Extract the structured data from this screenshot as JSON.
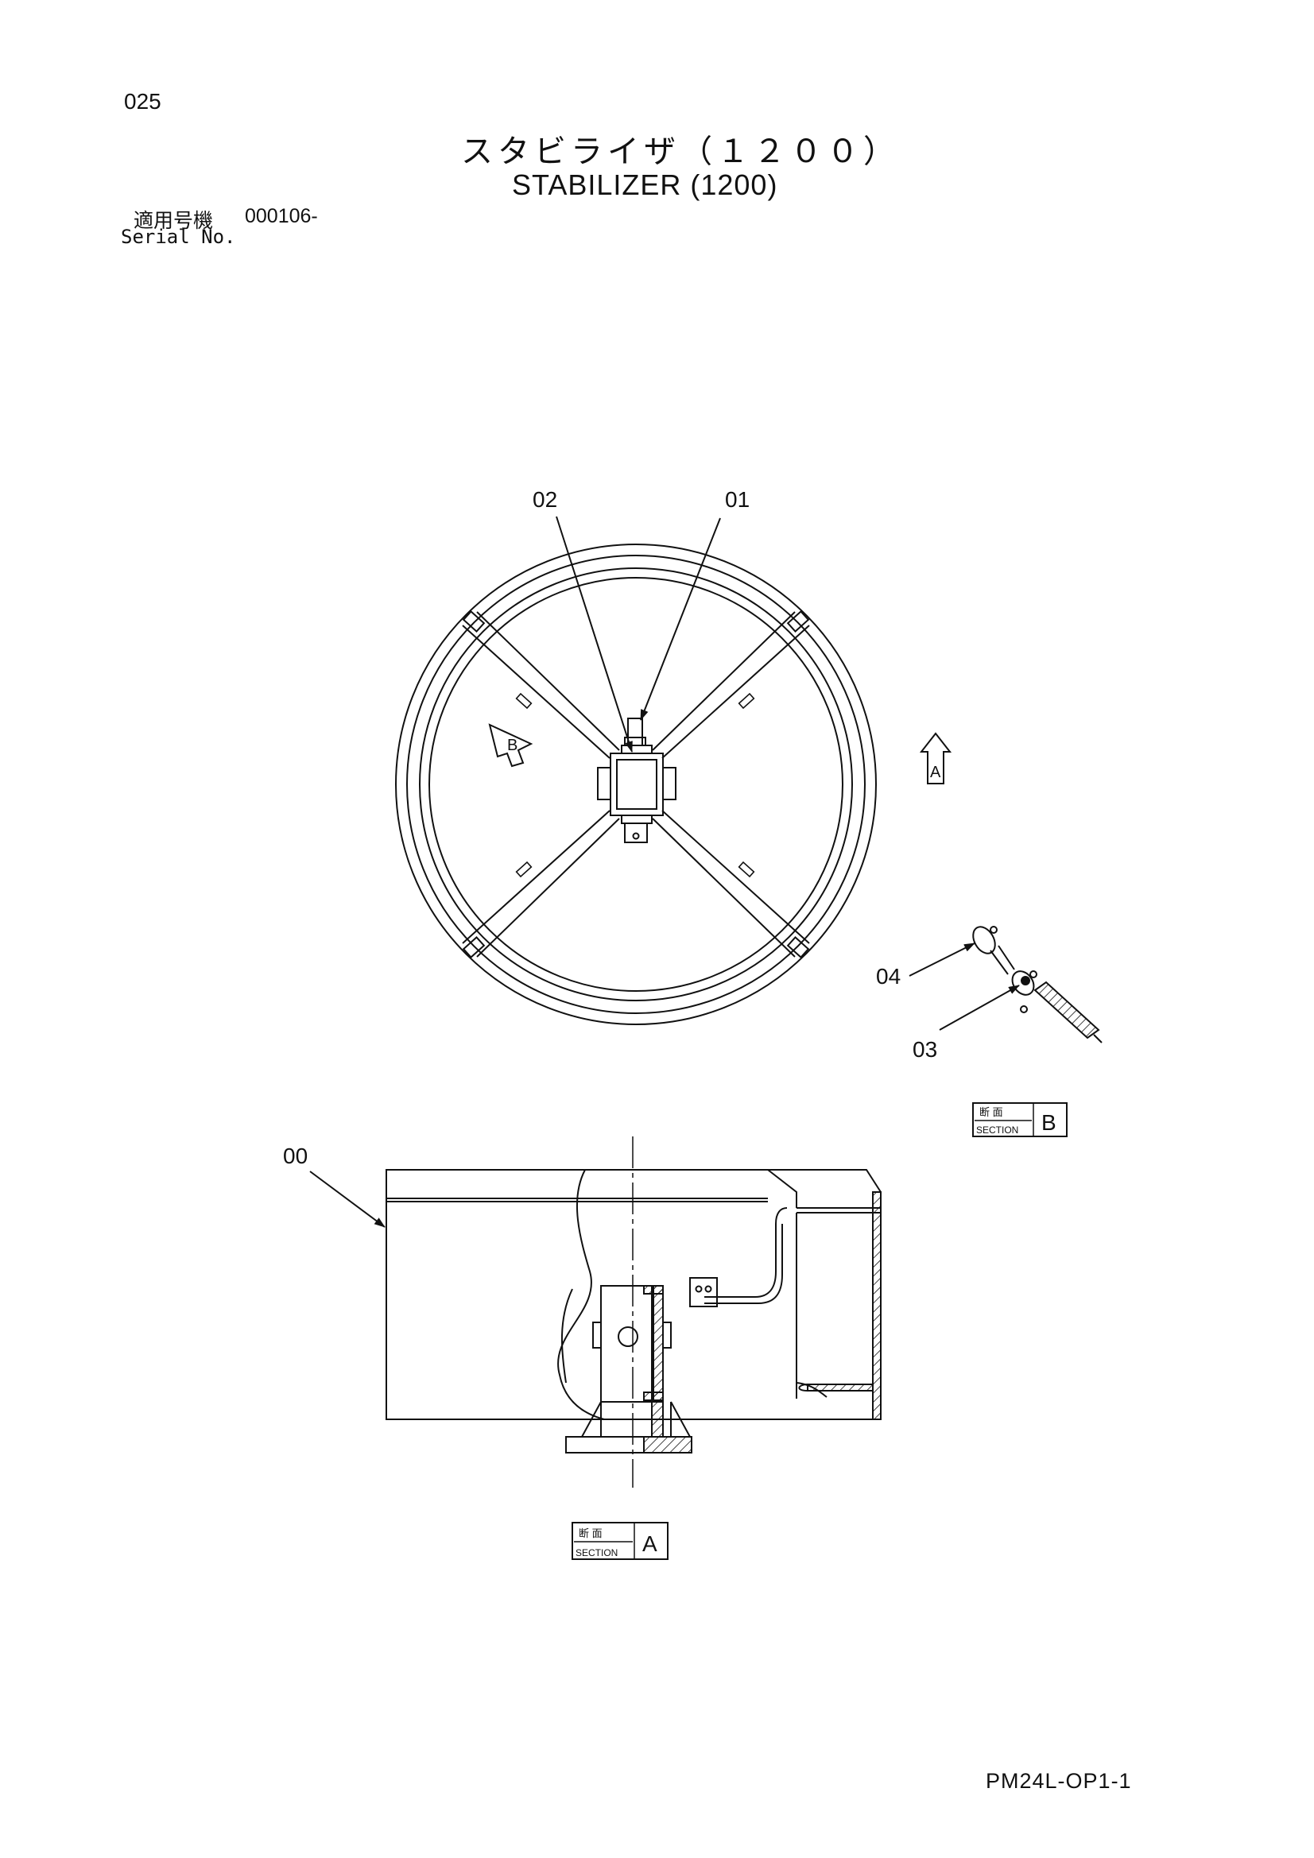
{
  "page_number": "025",
  "title": {
    "japanese": "スタビライザ（１２００）",
    "english": "STABILIZER (1200)"
  },
  "serial": {
    "label_jp": "適用号機",
    "value": "000106-",
    "label_en": "Serial No."
  },
  "part_callouts": {
    "p00": "00",
    "p01": "01",
    "p02": "02",
    "p03": "03",
    "p04": "04"
  },
  "view_markers": {
    "a": "A",
    "b": "B"
  },
  "section_labels": {
    "a": {
      "jp": "断 面",
      "en": "SECTION",
      "letter": "A"
    },
    "b": {
      "jp": "断 面",
      "en": "SECTION",
      "letter": "B"
    }
  },
  "doc_code": "PM24L-OP1-1"
}
